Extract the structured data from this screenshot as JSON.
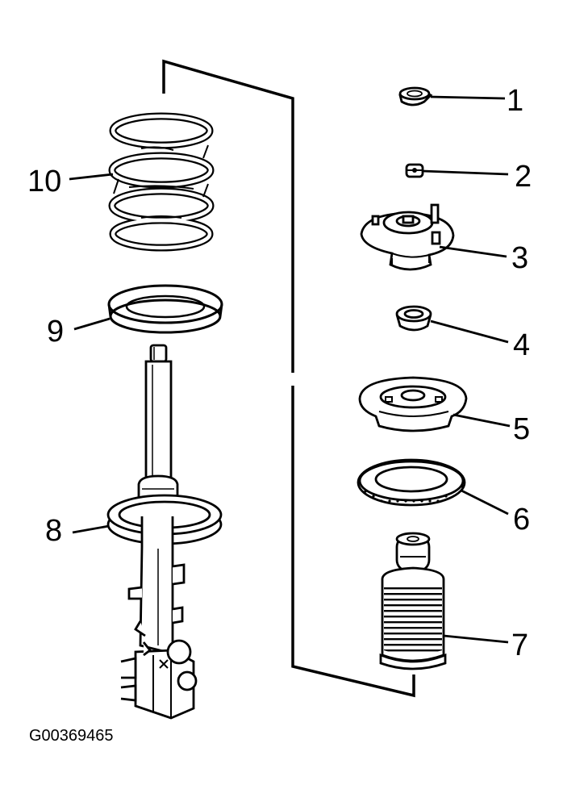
{
  "callouts": {
    "c1": "1",
    "c2": "2",
    "c3": "3",
    "c4": "4",
    "c5": "5",
    "c6": "6",
    "c7": "7",
    "c8": "8",
    "c9": "9",
    "c10": "10"
  },
  "figure_id": "G00369465",
  "colors": {
    "ink": "#000000",
    "paper": "#ffffff"
  }
}
